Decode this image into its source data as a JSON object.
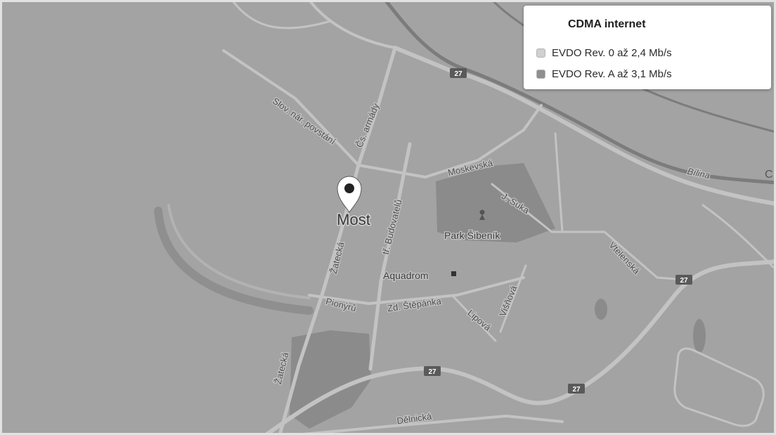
{
  "legend": {
    "title": "CDMA internet",
    "items": [
      {
        "label": "EVDO Rev. 0 až 2,4 Mb/s",
        "color": "#d0d0d0"
      },
      {
        "label": "EVDO Rev. A až 3,1 Mb/s",
        "color": "#8f8f8f"
      }
    ]
  },
  "map": {
    "city_label": "Most",
    "streets": {
      "slov_nar_povstani": "Slov. nár. povstání",
      "cs_armady": "Čs. armády",
      "moskevska": "Moskevská",
      "j_suka": "J. Suka",
      "vtelenska": "Vtelenská",
      "bilina": "Bílina",
      "zatecka_north": "Žatecká",
      "zatecka_south": "Žatecká",
      "budovatelu": "tř. Budovatelů",
      "pionyru": "Pionýrů",
      "zd_stepanka": "Zd. Štěpánka",
      "lipova": "Lipová",
      "visnova": "Višňová",
      "delnicka": "Dělnická"
    },
    "places": {
      "park": "Park Šibeník",
      "aquadrom": "Aquadrom"
    },
    "route_shields": [
      "27",
      "27",
      "27",
      "27"
    ],
    "edge_label": "C"
  },
  "icons": {
    "marker": "map-pin-icon",
    "park": "park-poi-icon",
    "aquadrom": "poi-square-icon"
  },
  "colors": {
    "map_background": "#a3a3a3",
    "road": "#c3c3c3",
    "park": "#8b8b8b",
    "water": "#7c7c7c",
    "route_shield": "#5a5a5a",
    "marker_fill": "#ffffff",
    "marker_dot": "#222222",
    "frame": "#e2e2e2"
  }
}
